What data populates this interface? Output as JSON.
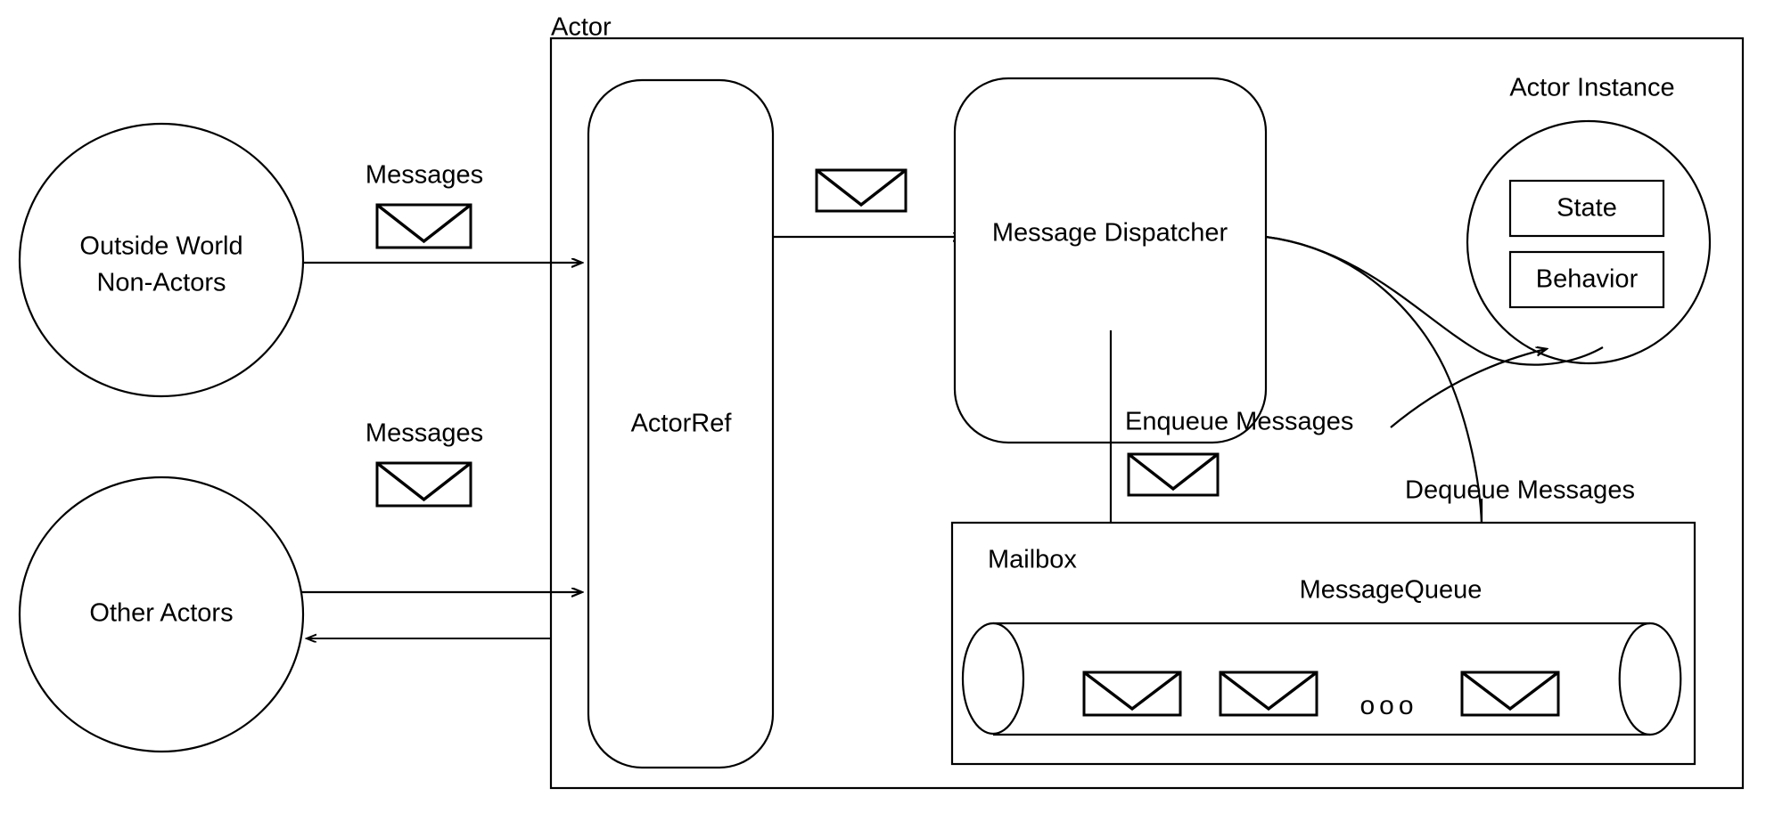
{
  "diagram": {
    "title": "Actor Model Message Flow",
    "stroke_color": "#000000",
    "background_color": "#ffffff"
  },
  "outer_container": {
    "label": "Actor"
  },
  "external_nodes": [
    {
      "id": "outside-world",
      "line1": "Outside World",
      "line2": "Non-Actors",
      "shape": "ellipse"
    },
    {
      "id": "other-actors",
      "line1": "Other Actors",
      "line2": "",
      "shape": "ellipse"
    }
  ],
  "edge_labels": {
    "messages_top": "Messages",
    "messages_bottom": "Messages",
    "enqueue": "Enqueue Messages",
    "dequeue": "Dequeue Messages"
  },
  "internal_nodes": {
    "actor_ref": "ActorRef",
    "message_dispatcher": "Message Dispatcher",
    "actor_instance": "Actor Instance",
    "state": "State",
    "behavior": "Behavior",
    "mailbox": "Mailbox",
    "message_queue": "MessageQueue"
  },
  "queue": {
    "ellipsis": "ooo",
    "envelope_count": 3
  },
  "icons": {
    "envelope": "envelope-icon",
    "arrow": "arrow-icon"
  }
}
